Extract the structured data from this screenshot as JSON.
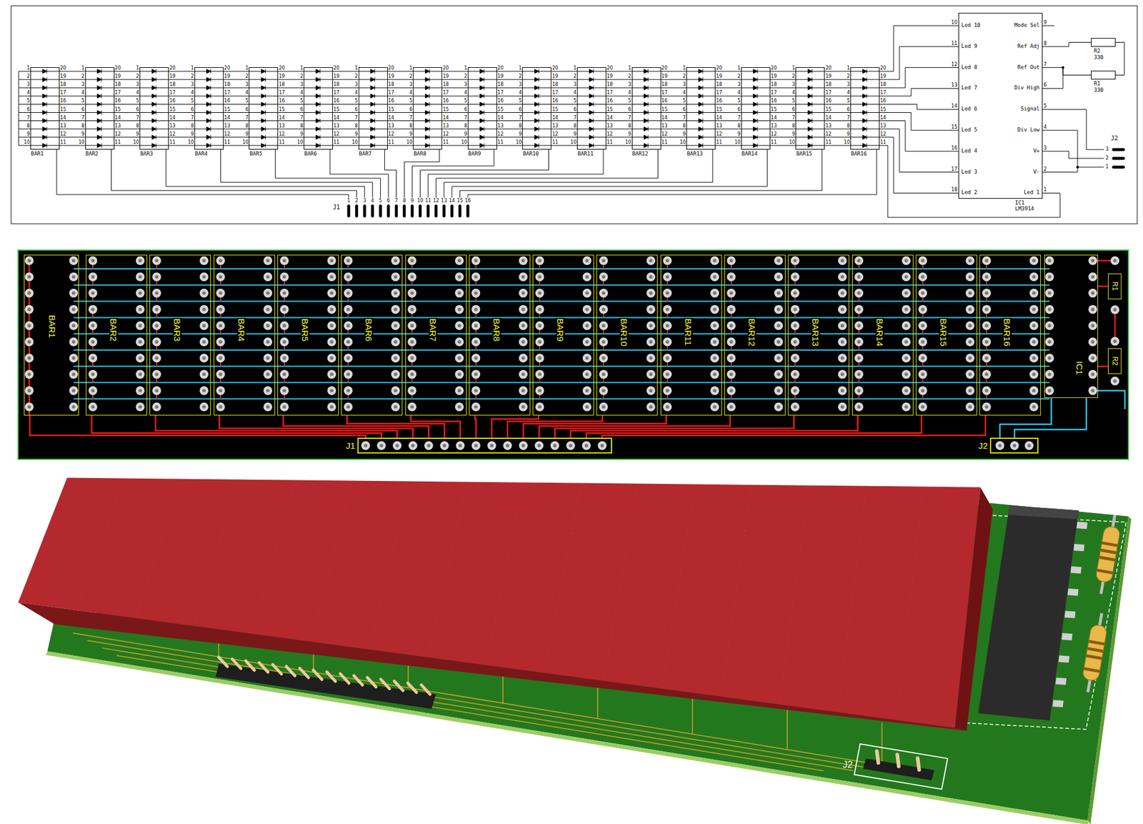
{
  "diagram": {
    "nodes": [
      {
        "text": [
          "BAR1"
        ]
      },
      {
        "text": [
          "BAR2"
        ]
      },
      {
        "text": [
          "BAR3"
        ]
      },
      {
        "text": [
          "BAR4"
        ]
      },
      {
        "text": [
          "BAR5"
        ]
      },
      {
        "text": [
          "BAR6"
        ]
      },
      {
        "text": [
          "BAR7"
        ]
      },
      {
        "text": [
          "BAR8"
        ]
      },
      {
        "text": [
          "BAR9"
        ]
      },
      {
        "text": [
          "BAR10"
        ]
      },
      {
        "text": [
          "BAR11"
        ]
      },
      {
        "text": [
          "BAR12"
        ]
      },
      {
        "text": [
          "BAR13"
        ]
      },
      {
        "text": [
          "BAR14"
        ]
      },
      {
        "text": [
          "BAR15"
        ]
      },
      {
        "text": [
          "BAR16"
        ]
      },
      {
        "text": [
          "Led 10",
          "Mode Sel",
          "Led 9",
          "Ref Adj",
          "Led 8",
          "Ref Out",
          "Led 7",
          "Div High",
          "Led 6",
          "Signal",
          "Led 5",
          "Div Low",
          "Led 4",
          "V+",
          "Led 3",
          "V-",
          "Led 2",
          "Led 1",
          "IC1",
          "LM3914"
        ]
      },
      {
        "text": [
          "R2",
          "330"
        ]
      },
      {
        "text": [
          "R1",
          "330"
        ]
      },
      {
        "text": [
          "J1"
        ]
      },
      {
        "text": [
          "J2"
        ]
      },
      {
        "text": [
          "BAR1"
        ]
      },
      {
        "text": [
          "BAR2"
        ]
      },
      {
        "text": [
          "BAR3"
        ]
      },
      {
        "text": [
          "BAR4"
        ]
      },
      {
        "text": [
          "BAR5"
        ]
      },
      {
        "text": [
          "BAR6"
        ]
      },
      {
        "text": [
          "BAR7"
        ]
      },
      {
        "text": [
          "BAR8"
        ]
      },
      {
        "text": [
          "BAR9"
        ]
      },
      {
        "text": [
          "BAR10"
        ]
      },
      {
        "text": [
          "BAR11"
        ]
      },
      {
        "text": [
          "BAR12"
        ]
      },
      {
        "text": [
          "BAR13"
        ]
      },
      {
        "text": [
          "BAR14"
        ]
      },
      {
        "text": [
          "BAR15"
        ]
      },
      {
        "text": [
          "BAR16"
        ]
      },
      {
        "text": [
          "R1"
        ]
      },
      {
        "text": [
          "R2"
        ]
      },
      {
        "text": [
          "IC1"
        ]
      },
      {
        "text": [
          "J1"
        ]
      },
      {
        "text": [
          "J2"
        ]
      },
      {
        "text": [
          "J2"
        ]
      }
    ],
    "edges": [
      {
        "from": 0,
        "to": 1,
        "arrow": "none"
      },
      {
        "from": 1,
        "to": 2,
        "arrow": "none"
      },
      {
        "from": 2,
        "to": 3,
        "arrow": "none"
      },
      {
        "from": 3,
        "to": 4,
        "arrow": "none"
      },
      {
        "from": 4,
        "to": 5,
        "arrow": "none"
      },
      {
        "from": 5,
        "to": 6,
        "arrow": "none"
      },
      {
        "from": 6,
        "to": 7,
        "arrow": "none"
      },
      {
        "from": 7,
        "to": 8,
        "arrow": "none"
      },
      {
        "from": 8,
        "to": 9,
        "arrow": "none"
      },
      {
        "from": 9,
        "to": 10,
        "arrow": "none"
      },
      {
        "from": 10,
        "to": 11,
        "arrow": "none"
      },
      {
        "from": 11,
        "to": 12,
        "arrow": "none"
      },
      {
        "from": 12,
        "to": 13,
        "arrow": "none"
      },
      {
        "from": 13,
        "to": 14,
        "arrow": "none"
      },
      {
        "from": 14,
        "to": 15,
        "arrow": "none"
      },
      {
        "from": 15,
        "to": 16,
        "arrow": "none"
      },
      {
        "from": 0,
        "to": 19,
        "arrow": "none"
      },
      {
        "from": 1,
        "to": 19,
        "arrow": "none"
      },
      {
        "from": 2,
        "to": 19,
        "arrow": "none"
      },
      {
        "from": 3,
        "to": 19,
        "arrow": "none"
      },
      {
        "from": 4,
        "to": 19,
        "arrow": "none"
      },
      {
        "from": 5,
        "to": 19,
        "arrow": "none"
      },
      {
        "from": 6,
        "to": 19,
        "arrow": "none"
      },
      {
        "from": 7,
        "to": 19,
        "arrow": "none"
      },
      {
        "from": 8,
        "to": 19,
        "arrow": "none"
      },
      {
        "from": 9,
        "to": 19,
        "arrow": "none"
      },
      {
        "from": 10,
        "to": 19,
        "arrow": "none"
      },
      {
        "from": 11,
        "to": 19,
        "arrow": "none"
      },
      {
        "from": 12,
        "to": 19,
        "arrow": "none"
      },
      {
        "from": 13,
        "to": 19,
        "arrow": "none"
      },
      {
        "from": 14,
        "to": 19,
        "arrow": "none"
      },
      {
        "from": 15,
        "to": 19,
        "arrow": "none"
      },
      {
        "from": 17,
        "to": 16,
        "arrow": "none"
      },
      {
        "from": 18,
        "to": 16,
        "arrow": "none"
      },
      {
        "from": 16,
        "to": 20,
        "arrow": "none"
      },
      {
        "from": 16,
        "to": 20,
        "arrow": "none"
      },
      {
        "from": 16,
        "to": 20,
        "arrow": "none"
      },
      {
        "from": 21,
        "to": 40,
        "arrow": "none"
      },
      {
        "from": 22,
        "to": 40,
        "arrow": "none"
      },
      {
        "from": 23,
        "to": 40,
        "arrow": "none"
      },
      {
        "from": 24,
        "to": 40,
        "arrow": "none"
      },
      {
        "from": 25,
        "to": 40,
        "arrow": "none"
      },
      {
        "from": 26,
        "to": 40,
        "arrow": "none"
      },
      {
        "from": 27,
        "to": 40,
        "arrow": "none"
      },
      {
        "from": 28,
        "to": 40,
        "arrow": "none"
      },
      {
        "from": 29,
        "to": 40,
        "arrow": "none"
      },
      {
        "from": 30,
        "to": 40,
        "arrow": "none"
      },
      {
        "from": 31,
        "to": 40,
        "arrow": "none"
      },
      {
        "from": 32,
        "to": 40,
        "arrow": "none"
      },
      {
        "from": 33,
        "to": 40,
        "arrow": "none"
      },
      {
        "from": 34,
        "to": 40,
        "arrow": "none"
      },
      {
        "from": 35,
        "to": 40,
        "arrow": "none"
      },
      {
        "from": 36,
        "to": 40,
        "arrow": "none"
      },
      {
        "from": 37,
        "to": 39,
        "arrow": "none"
      },
      {
        "from": 38,
        "to": 39,
        "arrow": "none"
      },
      {
        "from": 39,
        "to": 41,
        "arrow": "none"
      },
      {
        "from": 39,
        "to": 41,
        "arrow": "none"
      }
    ],
    "labels": [
      "1",
      "2",
      "3",
      "4",
      "5",
      "6",
      "7",
      "8",
      "9",
      "10",
      "20",
      "19",
      "18",
      "17",
      "16",
      "15",
      "14",
      "13",
      "12",
      "11",
      "1",
      "2",
      "3",
      "4",
      "5",
      "6",
      "7",
      "8",
      "9",
      "10",
      "20",
      "19",
      "18",
      "17",
      "16",
      "15",
      "14",
      "13",
      "12",
      "11",
      "1",
      "2",
      "3",
      "4",
      "5",
      "6",
      "7",
      "8",
      "9",
      "10",
      "20",
      "19",
      "18",
      "17",
      "16",
      "15",
      "14",
      "13",
      "12",
      "11",
      "1",
      "2",
      "3",
      "4",
      "5",
      "6",
      "7",
      "8",
      "9",
      "10",
      "20",
      "19",
      "18",
      "17",
      "16",
      "15",
      "14",
      "13",
      "12",
      "11",
      "1",
      "2",
      "3",
      "4",
      "5",
      "6",
      "7",
      "8",
      "9",
      "10",
      "20",
      "19",
      "18",
      "17",
      "16",
      "15",
      "14",
      "13",
      "12",
      "11",
      "1",
      "2",
      "3",
      "4",
      "5",
      "6",
      "7",
      "8",
      "9",
      "10",
      "20",
      "19",
      "18",
      "17",
      "16",
      "15",
      "14",
      "13",
      "12",
      "11",
      "1",
      "2",
      "3",
      "4",
      "5",
      "6",
      "7",
      "8",
      "9",
      "10",
      "20",
      "19",
      "18",
      "17",
      "16",
      "15",
      "14",
      "13",
      "12",
      "11",
      "1",
      "2",
      "3",
      "4",
      "5",
      "6",
      "7",
      "8",
      "9",
      "10",
      "20",
      "19",
      "18",
      "17",
      "16",
      "15",
      "14",
      "13",
      "12",
      "11",
      "1",
      "2",
      "3",
      "4",
      "5",
      "6",
      "7",
      "8",
      "9",
      "10",
      "20",
      "19",
      "18",
      "17",
      "16",
      "15",
      "14",
      "13",
      "12",
      "11",
      "1",
      "2",
      "3",
      "4",
      "5",
      "6",
      "7",
      "8",
      "9",
      "10",
      "20",
      "19",
      "18",
      "17",
      "16",
      "15",
      "14",
      "13",
      "12",
      "11",
      "1",
      "2",
      "3",
      "4",
      "5",
      "6",
      "7",
      "8",
      "9",
      "10",
      "20",
      "19",
      "18",
      "17",
      "16",
      "15",
      "14",
      "13",
      "12",
      "11",
      "1",
      "2",
      "3",
      "4",
      "5",
      "6",
      "7",
      "8",
      "9",
      "10",
      "20",
      "19",
      "18",
      "17",
      "16",
      "15",
      "14",
      "13",
      "12",
      "11",
      "1",
      "2",
      "3",
      "4",
      "5",
      "6",
      "7",
      "8",
      "9",
      "10",
      "20",
      "19",
      "18",
      "17",
      "16",
      "15",
      "14",
      "13",
      "12",
      "11",
      "1",
      "2",
      "3",
      "4",
      "5",
      "6",
      "7",
      "8",
      "9",
      "10",
      "20",
      "19",
      "18",
      "17",
      "16",
      "15",
      "14",
      "13",
      "12",
      "11",
      "1",
      "2",
      "3",
      "4",
      "5",
      "6",
      "7",
      "8",
      "9",
      "10",
      "20",
      "19",
      "18",
      "17",
      "16",
      "15",
      "14",
      "13",
      "12",
      "11",
      "1",
      "2",
      "3",
      "4",
      "5",
      "6",
      "7",
      "8",
      "9",
      "10",
      "20",
      "19",
      "18",
      "17",
      "16",
      "15",
      "14",
      "13",
      "12",
      "11",
      "10",
      "11",
      "12",
      "13",
      "14",
      "15",
      "16",
      "17",
      "18",
      "9",
      "8",
      "7",
      "6",
      "5",
      "4",
      "3",
      "2",
      "1",
      "1",
      "2",
      "3",
      "4",
      "5",
      "6",
      "7",
      "8",
      "9",
      "10",
      "11",
      "12",
      "13",
      "14",
      "15",
      "16",
      "3",
      "2",
      "1"
    ]
  }
}
